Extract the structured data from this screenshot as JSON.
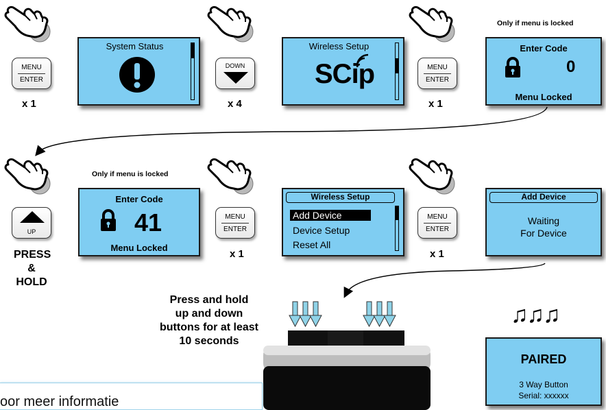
{
  "steps_row1": {
    "btn1": {
      "top": "MENU",
      "bottom": "ENTER",
      "count": "x 1"
    },
    "screen1": {
      "title": "System Status",
      "icon": "exclamation-icon"
    },
    "btn2": {
      "label": "DOWN",
      "count": "x 4"
    },
    "screen2": {
      "title": "Wireless Setup",
      "logo": "SCip"
    },
    "btn3": {
      "top": "MENU",
      "bottom": "ENTER",
      "count": "x 1"
    },
    "note": "Only if menu is locked",
    "screen3": {
      "title": "Enter Code",
      "code": "0",
      "footer": "Menu Locked"
    }
  },
  "steps_row2": {
    "btn1": {
      "label": "UP",
      "action": [
        "PRESS",
        "&",
        "HOLD"
      ]
    },
    "note": "Only if menu is locked",
    "screen1": {
      "title": "Enter Code",
      "code": "41",
      "footer": "Menu Locked"
    },
    "btn2": {
      "top": "MENU",
      "bottom": "ENTER",
      "count": "x 1"
    },
    "screen2": {
      "header": "Wireless Setup",
      "items": [
        "Add Device",
        "Device Setup",
        "Reset All"
      ],
      "selected": 0
    },
    "btn3": {
      "top": "MENU",
      "bottom": "ENTER",
      "count": "x 1"
    },
    "screen3": {
      "header": "Add Device",
      "lines": [
        "Waiting",
        "For Device"
      ]
    }
  },
  "step3": {
    "instruction": [
      "Press and hold",
      "up and down",
      "buttons for at least",
      "10 seconds"
    ],
    "music_notes": "♫♫♫",
    "paired": {
      "title": "PAIRED",
      "device": "3 Way Button",
      "serial": "Serial: xxxxxx"
    }
  },
  "footer": {
    "text": "oor meer informatie"
  },
  "colors": {
    "screen": "#7fcdf2",
    "arrow": "#8fd3e8",
    "hand": "#ffffff"
  }
}
